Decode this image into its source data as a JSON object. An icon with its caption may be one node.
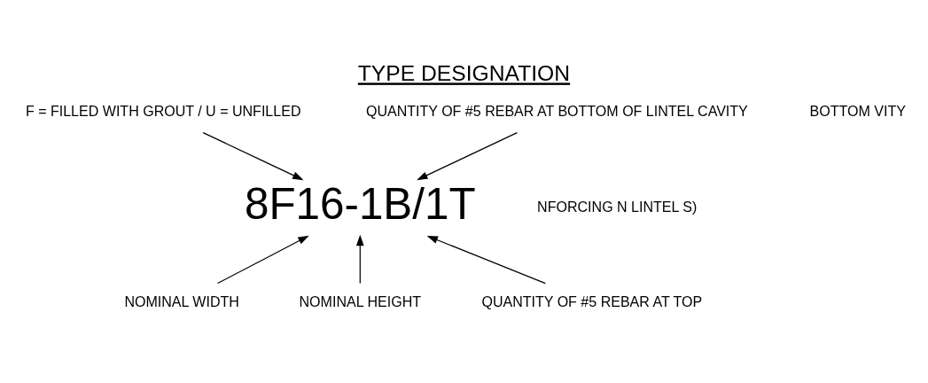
{
  "diagram": {
    "title": "TYPE DESIGNATION",
    "nodes": [
      {
        "text": [
          "8F16-1B/1T"
        ]
      },
      {
        "text": [
          "F = FILLED WITH GROUT / U = UNFILLED"
        ]
      },
      {
        "text": [
          "QUANTITY OF #5 REBAR AT BOTTOM OF LINTEL CAVITY"
        ]
      },
      {
        "text": [
          "NOMINAL WIDTH"
        ]
      },
      {
        "text": [
          "NOMINAL HEIGHT"
        ]
      },
      {
        "text": [
          "QUANTITY OF #5 REBAR AT TOP"
        ]
      }
    ],
    "edges": [
      {
        "from": 1,
        "to": 0,
        "arrow": "to"
      },
      {
        "from": 2,
        "to": 0,
        "arrow": "to"
      },
      {
        "from": 3,
        "to": 0,
        "arrow": "to"
      },
      {
        "from": 4,
        "to": 0,
        "arrow": "to"
      },
      {
        "from": 5,
        "to": 0,
        "arrow": "to"
      }
    ],
    "labels": [
      "BOTTOM VITY",
      "NFORCING N LINTEL S)"
    ]
  }
}
